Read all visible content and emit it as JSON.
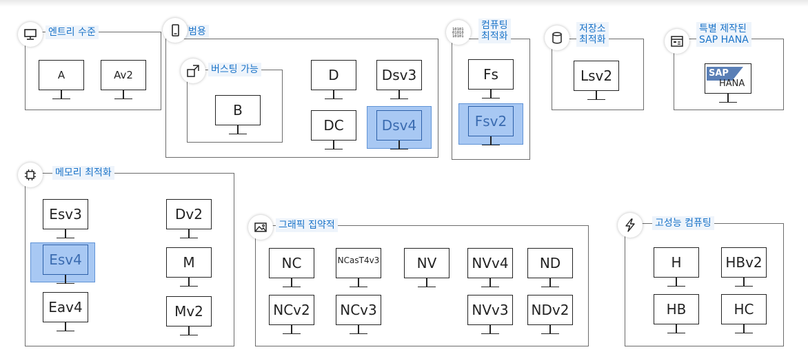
{
  "groups": {
    "entry": {
      "title": "엔트리 수준",
      "icon": "desktop-icon",
      "vms": [
        "A",
        "Av2"
      ]
    },
    "general": {
      "title": "범용",
      "icon": "phone-icon",
      "vms": [
        "D",
        "Dsv3",
        "DC",
        "Dsv4"
      ],
      "highlighted": "Dsv4"
    },
    "burst": {
      "title": "버스팅 가능",
      "icon": "expand-icon",
      "vms": [
        "B"
      ]
    },
    "compute": {
      "title_line1": "컴퓨팅",
      "title_line2": "최적화",
      "icon": "binary-icon",
      "vms": [
        "Fs",
        "Fsv2"
      ],
      "highlighted": "Fsv2"
    },
    "storage": {
      "title_line1": "저장소",
      "title_line2": "최적화",
      "icon": "database-icon",
      "vms": [
        "Lsv2"
      ]
    },
    "sap": {
      "title_line1": "특별 제작된",
      "title_line2": "SAP HANA",
      "icon": "server-icon",
      "logo_sap": "SAP",
      "logo_hana": "HANA"
    },
    "memory": {
      "title": "메모리 최적화",
      "icon": "chip-icon",
      "vms": [
        "Esv3",
        "Dv2",
        "Esv4",
        "M",
        "Eav4",
        "Mv2"
      ],
      "highlighted": "Esv4"
    },
    "gpu": {
      "title": "그래픽 집약적",
      "icon": "image-icon",
      "vms": [
        "NC",
        "NCasT4v3",
        "NV",
        "NVv4",
        "ND",
        "NCv2",
        "NCv3",
        "NVv3",
        "NDv2"
      ]
    },
    "hpc": {
      "title": "고성능 컴퓨팅",
      "icon": "lightning-icon",
      "vms": [
        "H",
        "HBv2",
        "HB",
        "HC"
      ]
    }
  },
  "colors": {
    "title_text": "#1a73c8",
    "highlight": "#a8c8f3",
    "border": "#6b6b6b"
  }
}
